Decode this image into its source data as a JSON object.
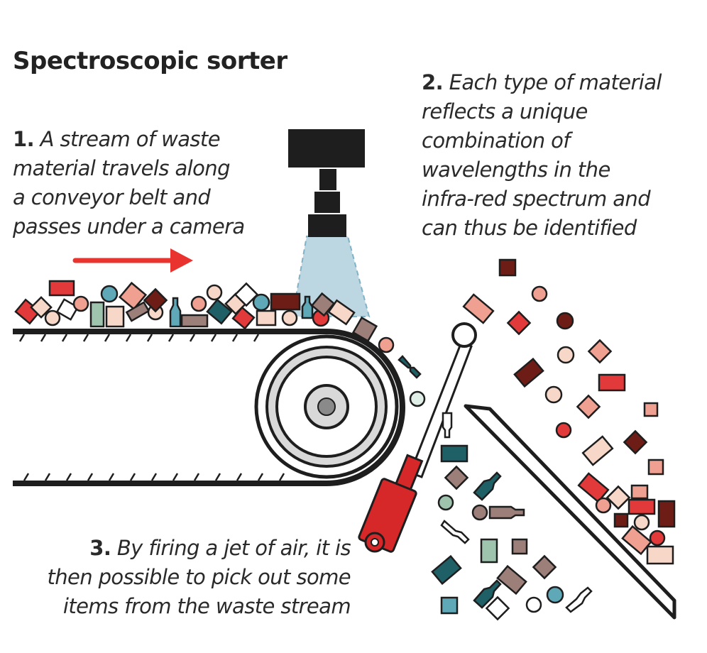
{
  "title": "Spectroscopic sorter",
  "steps": [
    {
      "number": "1.",
      "lines": [
        "A stream of waste",
        "material travels along",
        "a conveyor belt and",
        "passes under a camera"
      ]
    },
    {
      "number": "2.",
      "lines": [
        "Each type of material",
        "reflects a unique",
        "combination of",
        "wavelengths in the",
        "infra-red spectrum and",
        "can thus be identified"
      ]
    },
    {
      "number": "3.",
      "lines": [
        "By firing a jet of air, it is",
        "then possible to pick out some",
        "items from the waste stream"
      ]
    }
  ],
  "colors": {
    "ink": "#1e1e1e",
    "arrow_red": "#e8332e",
    "nozzle_red": "#d62828",
    "light_beam": "#bcd6e2",
    "dark_red": "#6e1d16",
    "red": "#e23a3a",
    "salmon": "#f0a091",
    "peach": "#f6d7c8",
    "teal": "#1f5f66",
    "light_teal": "#5fa8b8",
    "sage": "#9fc4ad",
    "mauve": "#9c7f79",
    "roller_gray": "#d9d9d9"
  },
  "icons": {
    "camera": "camera-icon",
    "direction_arrow": "arrow-right-icon",
    "air_nozzle": "air-jet-nozzle-icon",
    "roller": "conveyor-roller-icon"
  }
}
